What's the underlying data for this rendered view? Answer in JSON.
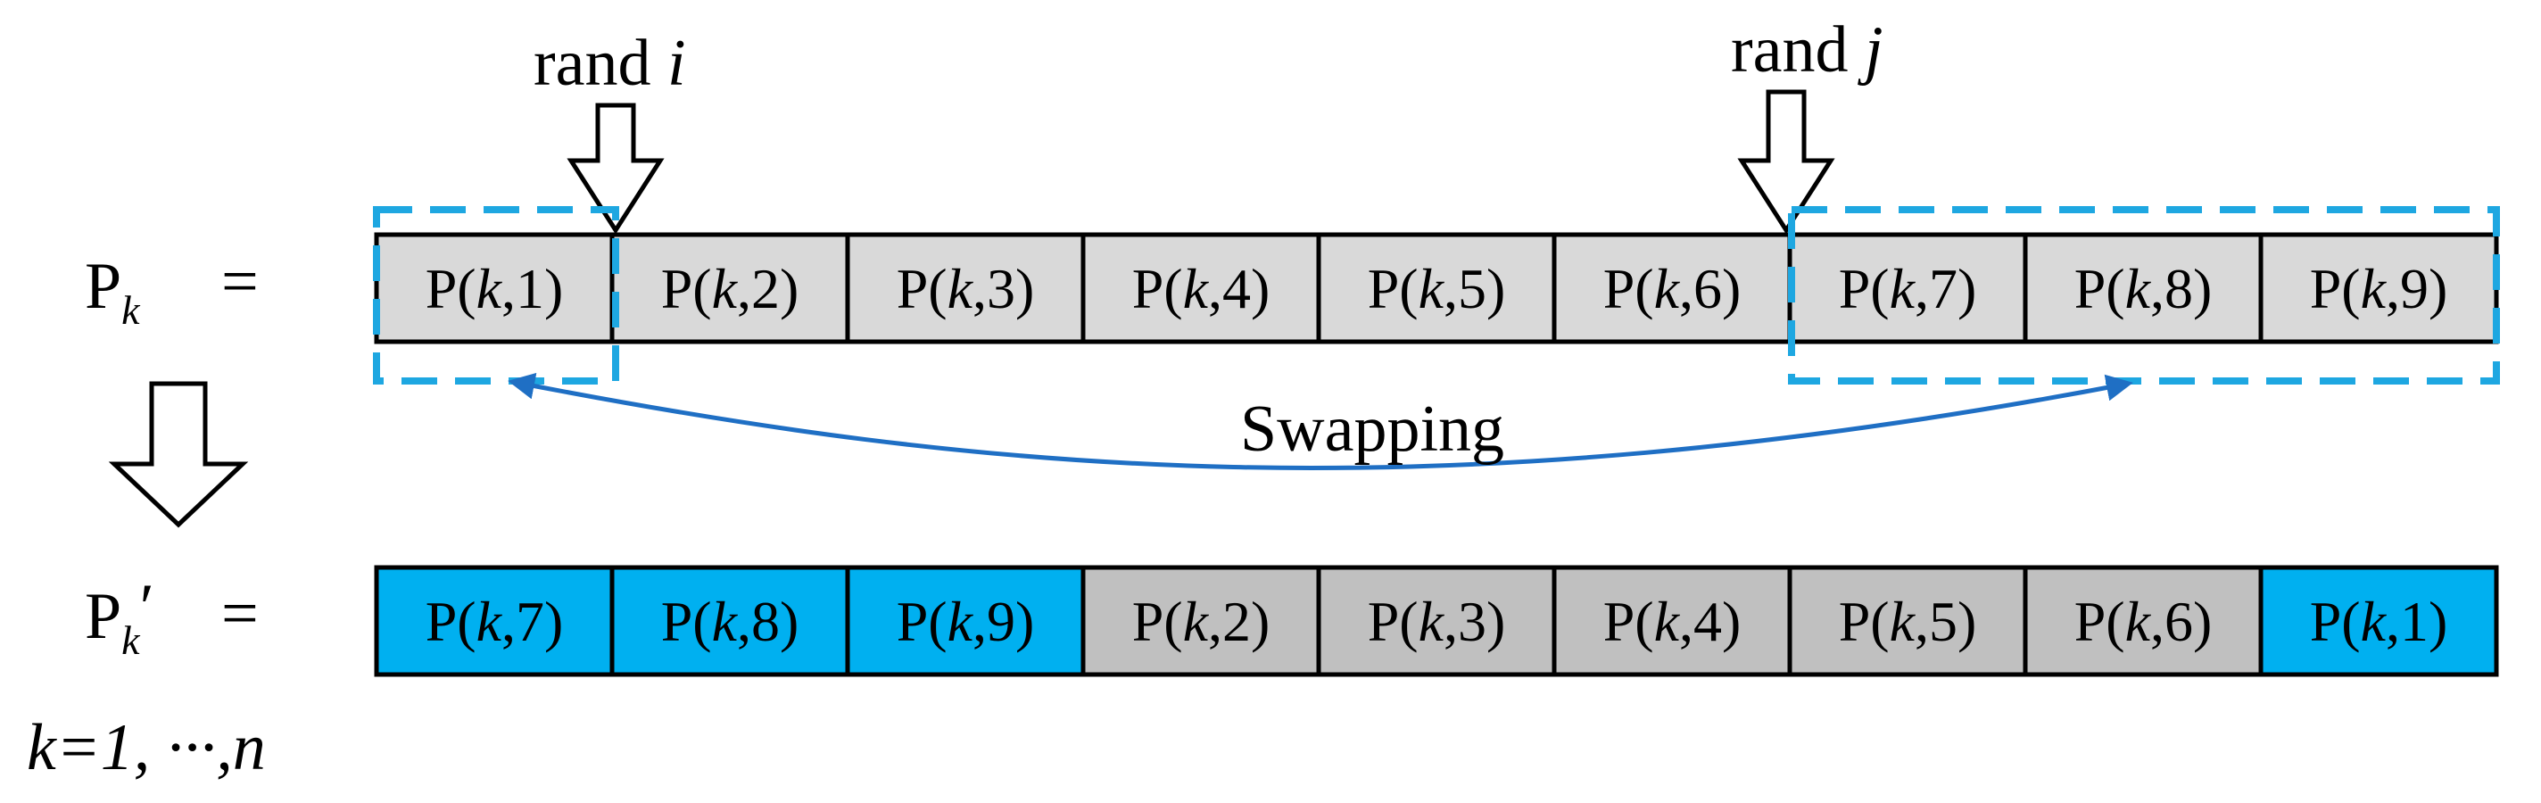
{
  "colors": {
    "top_cell_fill": "#d9d9d9",
    "bottom_gray_fill": "#c0c0c0",
    "highlight_fill": "#00b0f0",
    "dashed_box": "#1ea7e1",
    "swap_arrow": "#1f6fc4",
    "outline": "#000000"
  },
  "pointers": {
    "rand_i": {
      "word": "rand",
      "var": "i"
    },
    "rand_j": {
      "word": "rand",
      "var": "j"
    }
  },
  "rows": {
    "top": {
      "label_base": "P",
      "label_sub": "k",
      "label_prime": "",
      "equals": "=",
      "cells": [
        {
          "pre": "P(",
          "k": "k",
          "post": ",1)",
          "highlight": false
        },
        {
          "pre": "P(",
          "k": "k",
          "post": ",2)",
          "highlight": false
        },
        {
          "pre": "P(",
          "k": "k",
          "post": ",3)",
          "highlight": false
        },
        {
          "pre": "P(",
          "k": "k",
          "post": ",4)",
          "highlight": false
        },
        {
          "pre": "P(",
          "k": "k",
          "post": ",5)",
          "highlight": false
        },
        {
          "pre": "P(",
          "k": "k",
          "post": ",6)",
          "highlight": false
        },
        {
          "pre": "P(",
          "k": "k",
          "post": ",7)",
          "highlight": false
        },
        {
          "pre": "P(",
          "k": "k",
          "post": ",8)",
          "highlight": false
        },
        {
          "pre": "P(",
          "k": "k",
          "post": ",9)",
          "highlight": false
        }
      ]
    },
    "bottom": {
      "label_base": "P",
      "label_sub": "k",
      "label_prime": "′",
      "equals": "=",
      "cells": [
        {
          "pre": "P(",
          "k": "k",
          "post": ",7)",
          "highlight": true
        },
        {
          "pre": "P(",
          "k": "k",
          "post": ",8)",
          "highlight": true
        },
        {
          "pre": "P(",
          "k": "k",
          "post": ",9)",
          "highlight": true
        },
        {
          "pre": "P(",
          "k": "k",
          "post": ",2)",
          "highlight": false
        },
        {
          "pre": "P(",
          "k": "k",
          "post": ",3)",
          "highlight": false
        },
        {
          "pre": "P(",
          "k": "k",
          "post": ",4)",
          "highlight": false
        },
        {
          "pre": "P(",
          "k": "k",
          "post": ",5)",
          "highlight": false
        },
        {
          "pre": "P(",
          "k": "k",
          "post": ",6)",
          "highlight": false
        },
        {
          "pre": "P(",
          "k": "k",
          "post": ",1)",
          "highlight": true
        }
      ]
    }
  },
  "swap_label": "Swapping",
  "range_label": "k=1, ···,n",
  "icons": {
    "pointer_arrow": "down-arrow-outline-icon",
    "transform_arrow": "down-arrow-outline-icon",
    "swap_arrow": "double-headed-curved-arrow-icon"
  }
}
